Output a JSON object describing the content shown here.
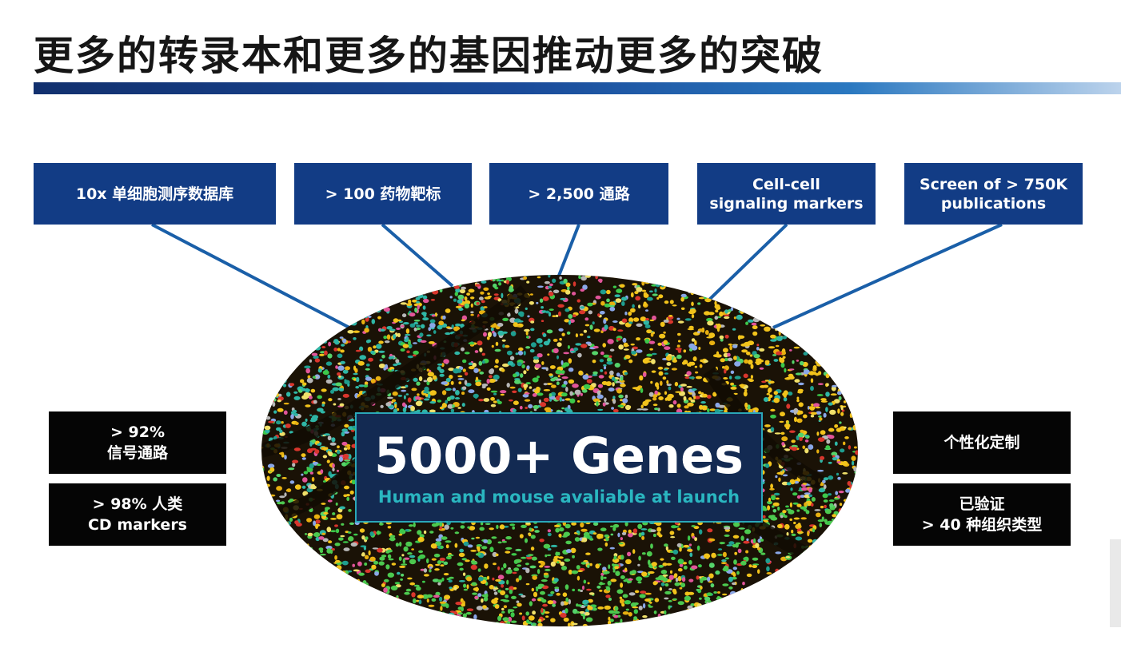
{
  "title": "更多的转录本和更多的基因推动更多的突破",
  "top_boxes": [
    {
      "line1": "10x 单细胞测序数据库",
      "line2": ""
    },
    {
      "line1": "> 100 药物靶标",
      "line2": ""
    },
    {
      "line1": "> 2,500 通路",
      "line2": ""
    },
    {
      "line1": "Cell-cell",
      "line2": "signaling markers"
    },
    {
      "line1": "Screen of > 750K",
      "line2": "publications"
    }
  ],
  "left_boxes": [
    {
      "line1": "> 92%",
      "line2": "信号通路"
    },
    {
      "line1": "> 98% 人类",
      "line2": "CD markers"
    }
  ],
  "right_boxes": [
    {
      "line1": "个性化定制",
      "line2": ""
    },
    {
      "line1": "已验证",
      "line2": "> 40 种组织类型"
    }
  ],
  "center": {
    "headline": "5000+ Genes",
    "subline": "Human and mouse avaliable at launch"
  },
  "colors": {
    "box_blue": "#123c85",
    "connector": "#1a5fa8",
    "center_bg": "#132a52",
    "center_accent": "#2ab6c0"
  }
}
